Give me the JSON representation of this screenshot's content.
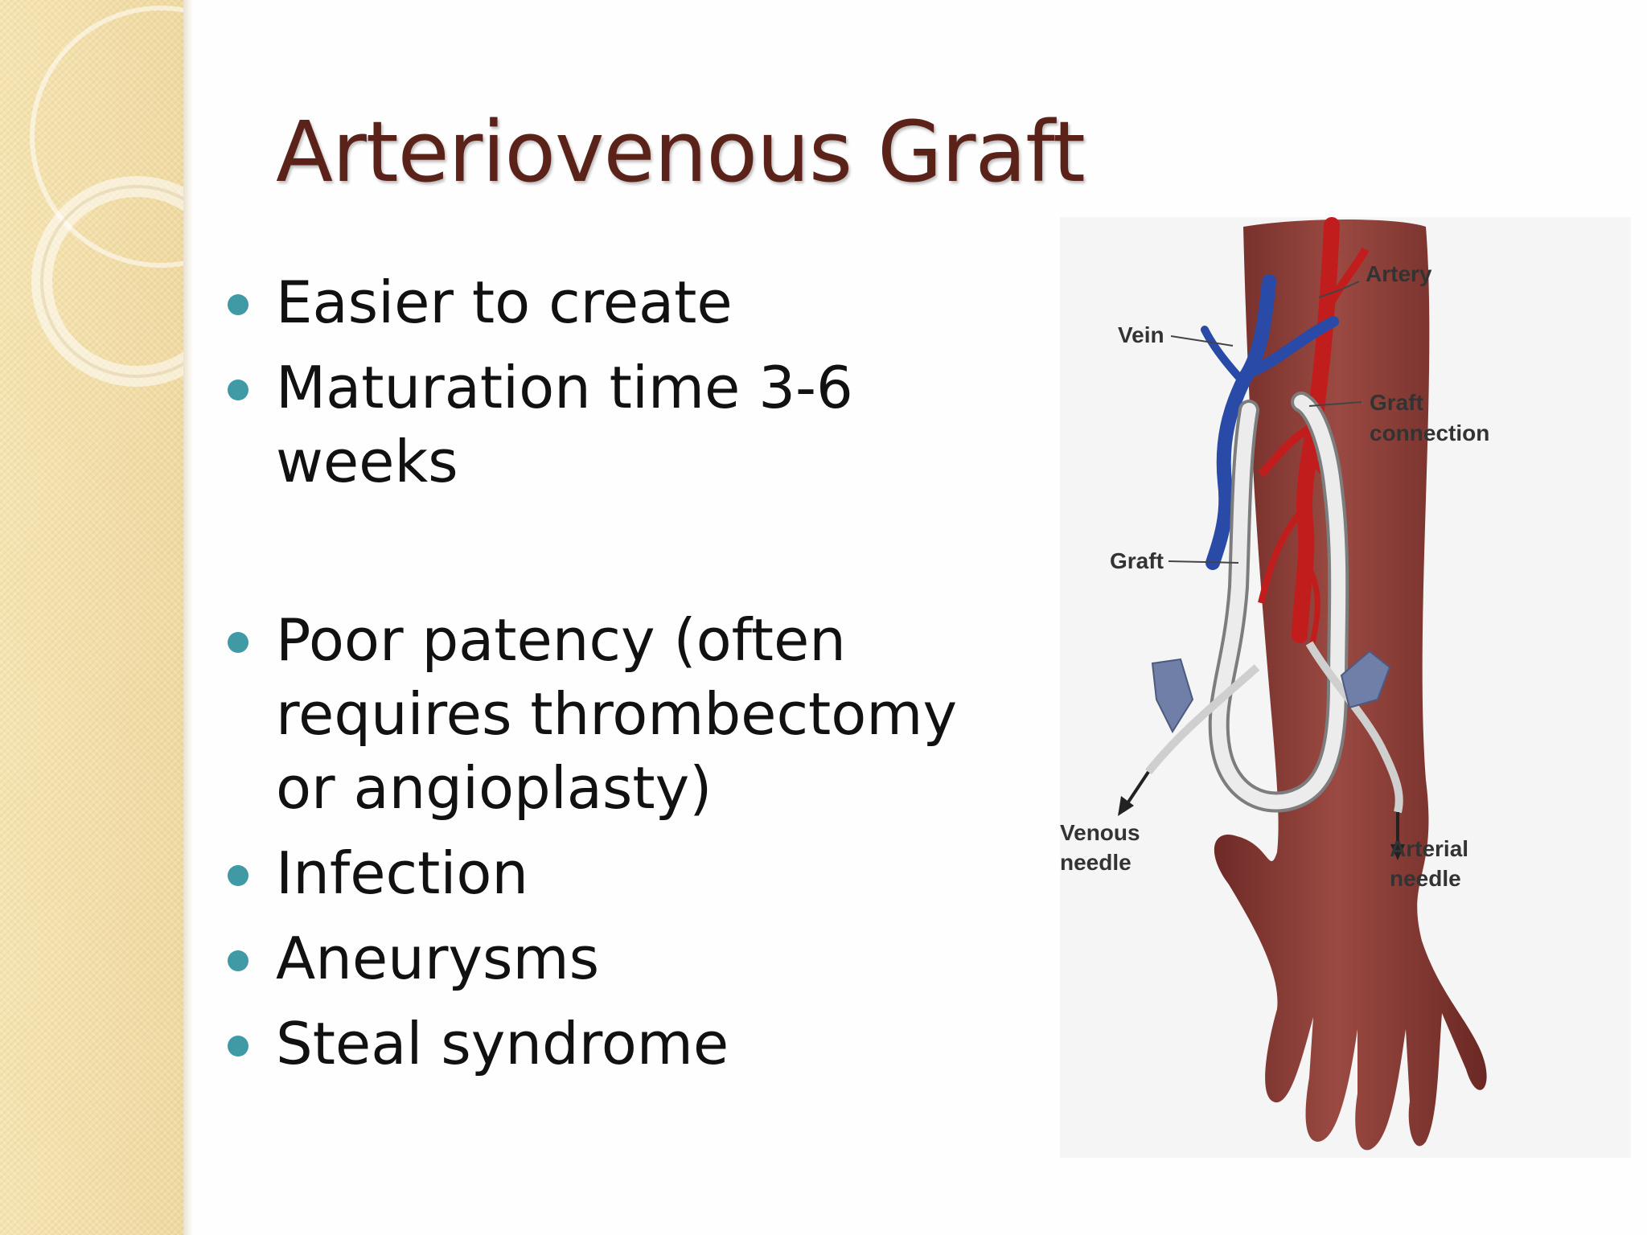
{
  "slide": {
    "title": "Arteriovenous Graft",
    "bullets": [
      {
        "text": "Easier to create",
        "gap_before": false
      },
      {
        "text": "Maturation time 3-6 weeks",
        "gap_before": false
      },
      {
        "text": "Poor patency (often requires thrombectomy or angioplasty)",
        "gap_before": true
      },
      {
        "text": "Infection",
        "gap_before": false
      },
      {
        "text": "Aneurysms",
        "gap_before": false
      },
      {
        "text": "Steal syndrome",
        "gap_before": false
      }
    ]
  },
  "figure": {
    "labels": {
      "artery": "Artery",
      "vein": "Vein",
      "graft_connection_1": "Graft",
      "graft_connection_2": "connection",
      "graft": "Graft",
      "venous_needle_1": "Venous",
      "venous_needle_2": "needle",
      "arterial_needle_1": "Arterial",
      "arterial_needle_2": "needle"
    },
    "colors": {
      "skin": "#8b3a34",
      "artery": "#c21d1d",
      "vein": "#2a4aa8",
      "graft": "#e6e6e6",
      "needle_wing": "#6f7fa8"
    }
  },
  "theme": {
    "title_color": "#5a2219",
    "bullet_color": "#3f9aa6",
    "band_color": "#f3dfa8"
  }
}
